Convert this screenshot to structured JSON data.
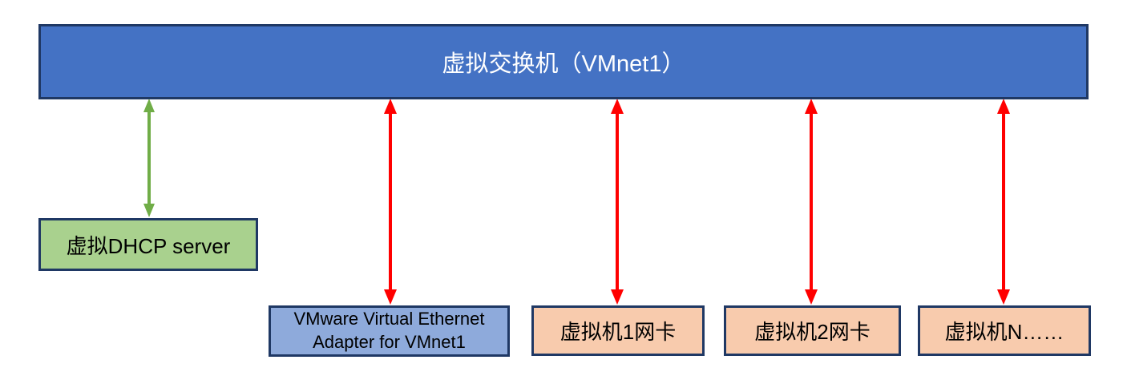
{
  "diagram": {
    "switch": {
      "label": "虚拟交换机（VMnet1）"
    },
    "dhcp_server": {
      "label": "虚拟DHCP server"
    },
    "host_adapter": {
      "label": "VMware Virtual Ethernet Adapter for VMnet1"
    },
    "vm_nics": [
      {
        "label": "虚拟机1网卡"
      },
      {
        "label": "虚拟机2网卡"
      },
      {
        "label": "虚拟机N……"
      }
    ],
    "colors": {
      "switch_fill": "#4472C4",
      "switch_text": "#FFFFFF",
      "box_border": "#1F3864",
      "dhcp_fill": "#A9D18E",
      "adapter_fill": "#8EAADB",
      "nic_fill": "#F8CBAD",
      "dhcp_link": "#70AD47",
      "vm_link": "#FF0000",
      "box_text": "#000000"
    }
  }
}
